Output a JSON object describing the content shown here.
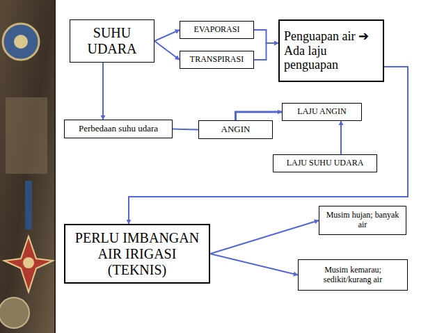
{
  "diagram": {
    "nodes": [
      {
        "text": [
          "SUHU UDARA"
        ]
      },
      {
        "text": [
          "EVAPORASI"
        ]
      },
      {
        "text": [
          "TRANSPIRASI"
        ]
      },
      {
        "text": [
          "Penguapan air ➔ Ada laju penguapan"
        ]
      },
      {
        "text": [
          "LAJU ANGIN"
        ]
      },
      {
        "text": [
          "Perbedaan suhu udara"
        ]
      },
      {
        "text": [
          "ANGIN"
        ]
      },
      {
        "text": [
          "LAJU SUHU UDARA"
        ]
      },
      {
        "text": [
          "PERLU IMBANGAN AIR IRIGASI (TEKNIS)"
        ]
      },
      {
        "text": [
          "Musim hujan; banyak air"
        ]
      },
      {
        "text": [
          "Musim kemarau; sedikit/kurang air"
        ]
      }
    ],
    "edges": [
      {
        "from": 0,
        "to": 1,
        "arrow": "to"
      },
      {
        "from": 0,
        "to": 2,
        "arrow": "to"
      },
      {
        "from": 1,
        "to": 3,
        "arrow": "to"
      },
      {
        "from": 2,
        "to": 3,
        "arrow": "to"
      },
      {
        "from": 0,
        "to": 5,
        "arrow": "to"
      },
      {
        "from": 5,
        "to": 6,
        "arrow": "none"
      },
      {
        "from": 6,
        "to": 4,
        "arrow": "to"
      },
      {
        "from": 7,
        "to": 4,
        "arrow": "to"
      },
      {
        "from": 3,
        "to": 8,
        "arrow": "to"
      },
      {
        "from": 8,
        "to": 9,
        "arrow": "to"
      },
      {
        "from": 8,
        "to": 10,
        "arrow": "to"
      }
    ]
  }
}
